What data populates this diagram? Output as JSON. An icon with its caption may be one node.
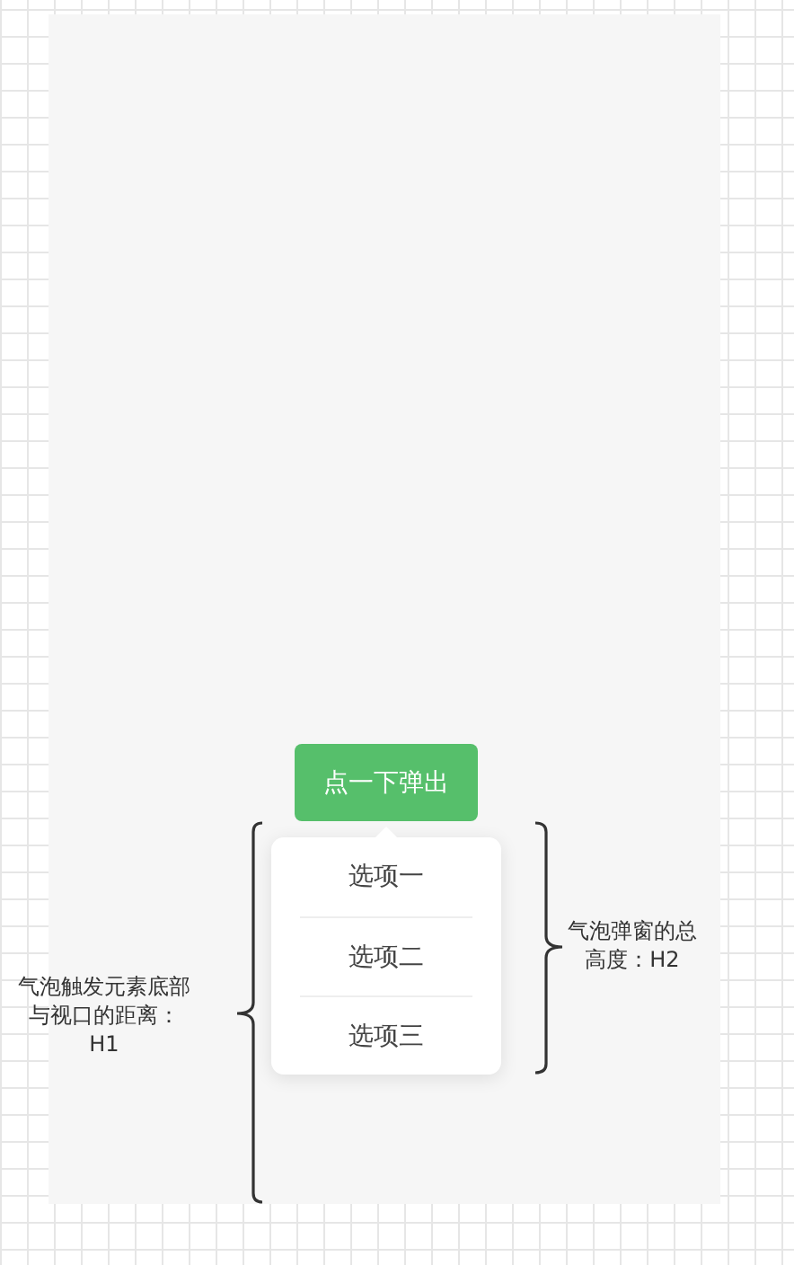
{
  "diagram": {
    "nodes": [
      {
        "text": [
          "点一下弹出"
        ]
      },
      {
        "text": [],
        "shape": "box"
      },
      {
        "text": [
          "选项一"
        ],
        "in": 1
      },
      {
        "text": [
          "选项二"
        ],
        "in": 1
      },
      {
        "text": [
          "选项三"
        ],
        "in": 1
      }
    ],
    "labels": [
      "气泡触发元素底部与视口的距离：H1",
      "气泡弹窗的总高度：H2"
    ]
  }
}
